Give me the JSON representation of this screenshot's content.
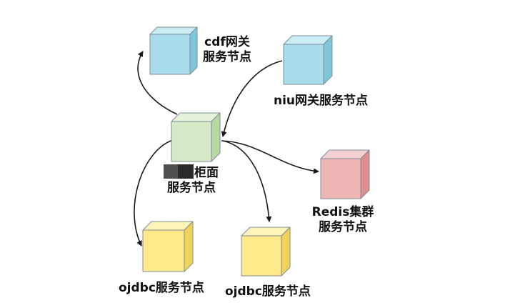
{
  "nodes": {
    "cdf_gateway": {
      "label_line1": "cdf网关",
      "label_line2": "服务节点",
      "colors": {
        "front": "#a9dcea",
        "top": "#c9ecf5",
        "side": "#7fc6d9"
      }
    },
    "niu_gateway": {
      "label": "niu网关服务节点",
      "colors": {
        "front": "#a9dcea",
        "top": "#c9ecf5",
        "side": "#7fc6d9"
      }
    },
    "counter": {
      "label_line1": "柜面",
      "label_line2": "服务节点",
      "colors": {
        "front": "#d6e9c6",
        "top": "#e8f3dc",
        "side": "#b9d7a0"
      }
    },
    "redis": {
      "label_line1": "Redis集群",
      "label_line2": "服务节点",
      "colors": {
        "front": "#efb5b5",
        "top": "#f6d0d0",
        "side": "#dc8d8d"
      }
    },
    "ojdbc_left": {
      "label": "ojdbc服务节点",
      "colors": {
        "front": "#ffe98a",
        "top": "#fff3b8",
        "side": "#f2d35a"
      }
    },
    "ojdbc_right": {
      "label": "ojdbc服务节点",
      "colors": {
        "front": "#ffe98a",
        "top": "#fff3b8",
        "side": "#f2d35a"
      }
    }
  },
  "edges": [
    {
      "from": "counter",
      "to": "cdf_gateway"
    },
    {
      "from": "niu_gateway",
      "to": "counter"
    },
    {
      "from": "counter",
      "to": "redis"
    },
    {
      "from": "counter",
      "to": "ojdbc_left"
    },
    {
      "from": "counter",
      "to": "ojdbc_right"
    }
  ],
  "colors": {
    "edge": "#1a1a1a",
    "outline": "#7f8f99",
    "redaction": "#2a2a2a"
  }
}
